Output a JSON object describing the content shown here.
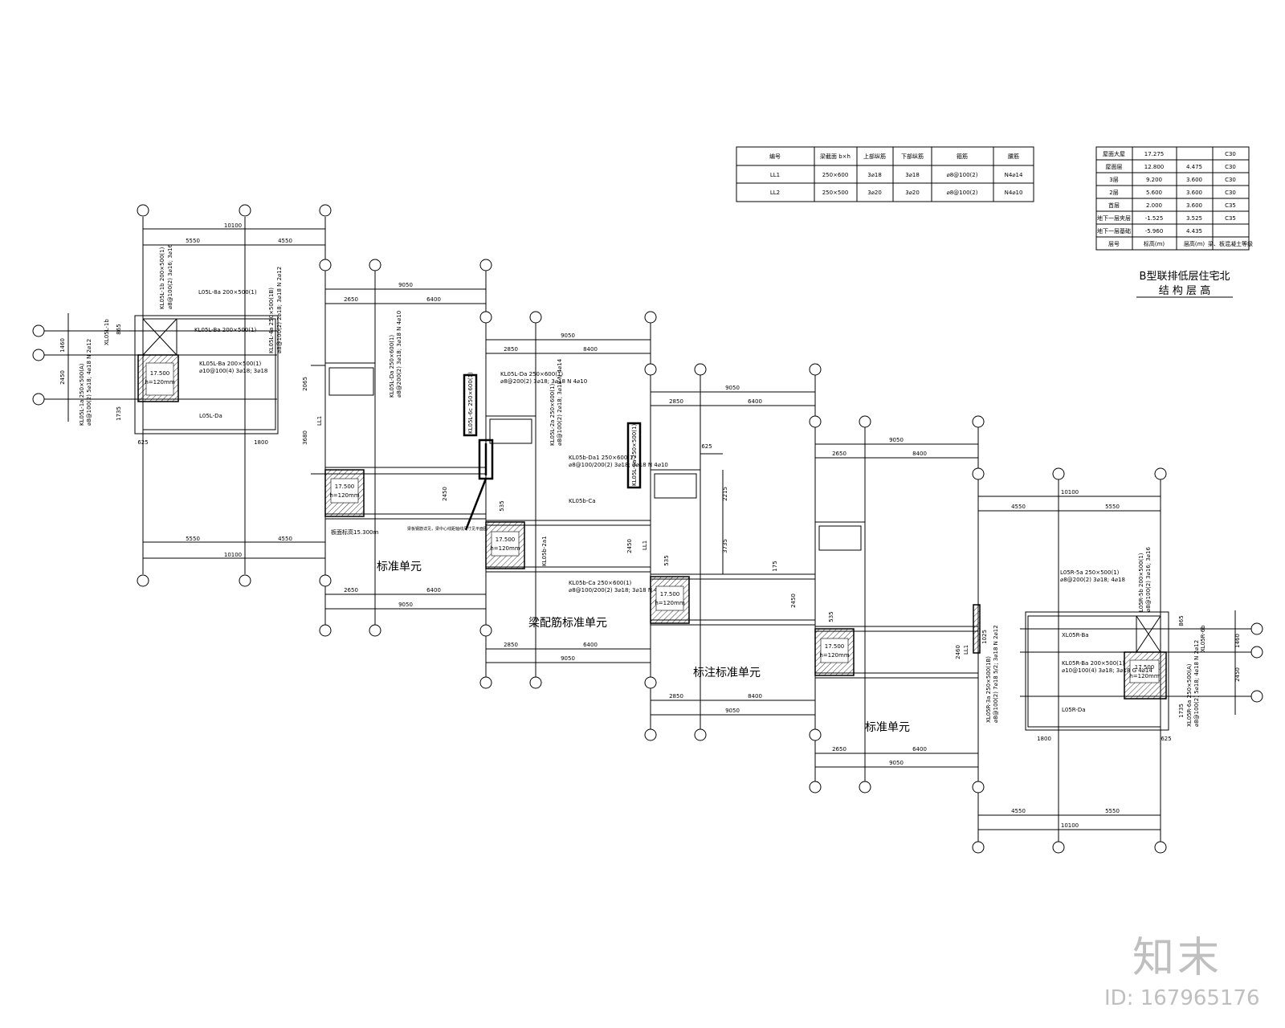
{
  "beam_table": {
    "headers": [
      "编号",
      "梁截面 b×h",
      "上部纵筋",
      "下部纵筋",
      "箍筋",
      "腰筋"
    ],
    "rows": [
      [
        "LL1",
        "250×600",
        "3⌀18",
        "3⌀18",
        "⌀8@100(2)",
        "N4⌀14"
      ],
      [
        "LL2",
        "250×500",
        "3⌀20",
        "3⌀20",
        "⌀8@100(2)",
        "N4⌀10"
      ]
    ]
  },
  "level_table": {
    "rows": [
      [
        "屋面大屋",
        "17.275",
        "",
        "C30"
      ],
      [
        "屋面层",
        "12.800",
        "4.475",
        "C30"
      ],
      [
        "3层",
        "9.200",
        "3.600",
        "C30"
      ],
      [
        "2层",
        "5.600",
        "3.600",
        "C30"
      ],
      [
        "首层",
        "2.000",
        "3.600",
        "C35"
      ],
      [
        "地下一层夹层",
        "-1.525",
        "3.525",
        "C35"
      ],
      [
        "地下一层基础",
        "-5.960",
        "4.435",
        ""
      ],
      [
        "层号",
        "标高(m)",
        "层高(m)",
        "梁、板混凝土等级"
      ]
    ],
    "caption_line1": "B型联排低层住宅北",
    "caption_line2": "结 构 层 高"
  },
  "unit_labels": {
    "u1": "标准单元",
    "u2": "梁配筋标准单元",
    "u3": "标注标准单元",
    "u4": "标准单元"
  },
  "slab_tags": {
    "level": "17.500",
    "thickness": "h=120mm"
  },
  "beam_labels": {
    "kl_1b": "KL05L-1b 200×500(1)",
    "kl_1b_rebar": "⌀8@100(2) 3⌀16; 3⌀16",
    "kl_4a": "KL05L-4a 250×500(1B)",
    "kl_4a_rebar": "⌀8@100(2) 2⌀18; 3⌀18 N 2⌀12",
    "l_8a": "L05L-8a 200×500(1)",
    "kl_ba": "KL05L-Ba 200×500(1)",
    "kl_ba_rebar": "⌀10@100(4) 3⌀18; 3⌀18",
    "kl_1a": "KL05L-1a 250×500(A)",
    "kl_1a_rebar": "⌀8@100(2) 5⌀18; 4⌀18 N 2⌀12",
    "l_da": "L05L-Da",
    "l_1b": "XL05L-1b",
    "kl_da": "KL05L-Da 250×600(1)",
    "kl_da_rebar": "⌀8@200(2) 3⌀18; 3⌀18 N 4⌀10",
    "kl_2a": "KL05L-2a 250×600(1)",
    "kl_2a_rebar": "⌀8@100(2) 2⌀18; 3⌀18 N 4⌀14",
    "kl_da1": "KL05b-Da1 250×600(1)",
    "kl_da1_rebar": "⌀8@100/200(2) 3⌀18; 3⌀18 N 4⌀10",
    "kl_6c": "KL05L-6c 250×600(1)",
    "kl_6a": "KL05L-6a 250×500(1)",
    "kl_ca": "KL05b-Ca",
    "kl_ca2": "KL05b-Ca 250×600(1)",
    "kl_ca2_rebar": "⌀8@100/200(2) 3⌀18; 3⌀18 N 4⌀10",
    "kl_2a1": "KL05b-2a1",
    "note": "梁板钢筋详见，梁中心线距轴线尺寸见平面图",
    "note_level": "板面标高15.300m",
    "r_5a": "L05R-5a 250×500(1)",
    "r_5a_rebar": "⌀8@200(2) 3⌀18; 4⌀18",
    "r_5b": "L05R-5b 200×500(1)",
    "r_5b_rebar": "⌀8@100(2) 3⌀16; 3⌀16",
    "r_ba": "KL05R-Ba 200×500(1)",
    "r_ba_rebar": "⌀10@100(4) 3⌀18; 3⌀18 G 4⌀14",
    "r_ba2": "XL05R-Ba",
    "r_da": "L05R-Da",
    "r_6b": "XL05R-6b",
    "r_6a": "XL05R-6a 250×500(A)",
    "r_6a_rebar": "⌀8@100(2) 5⌀18; 4⌀18 N 2⌀12",
    "r_3a": "XL05R-3a 250×500(1B)",
    "r_3a_rebar": "⌀8@100(2) 7⌀18 5/2; 3⌀18 N 2⌀12",
    "ll1": "LL1"
  },
  "dimensions": {
    "d10100": "10100",
    "d5550": "5550",
    "d4550": "4550",
    "d9050": "9050",
    "d2650": "2650",
    "d6400": "6400",
    "d2850": "2850",
    "d8400": "8400",
    "d1800": "1800",
    "d625": "625",
    "d865": "865",
    "d1460": "1460",
    "d2450": "2450",
    "d1735": "1735",
    "d2065": "2065",
    "d3680": "3680",
    "d2215": "2215",
    "d3735": "3735",
    "d535": "535",
    "d175": "175",
    "d1025": "1025",
    "d2460": "2460"
  },
  "watermark": {
    "brand": "知末",
    "id": "ID: 167965176"
  }
}
